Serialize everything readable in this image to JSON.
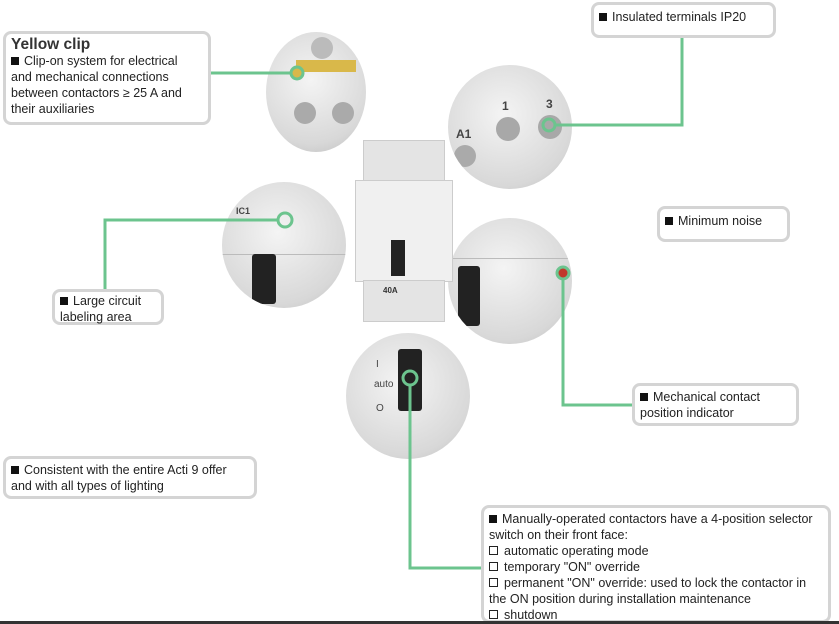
{
  "accent_color": "#6cc48e",
  "callouts": {
    "yellow_clip": {
      "title": "Yellow clip",
      "lines": [
        "Clip-on system for electrical",
        "and mechanical connections",
        "between contactors ≥ 25 A and",
        "their auxiliaries"
      ]
    },
    "terminals": {
      "text": "Insulated terminals IP20"
    },
    "noise": {
      "text": "Minimum noise"
    },
    "labeling": {
      "lines": [
        "Large circuit",
        "labeling area"
      ]
    },
    "indicator": {
      "lines": [
        "Mechanical contact",
        "position indicator"
      ]
    },
    "consistent": {
      "lines": [
        "Consistent with the entire Acti 9 offer",
        "and with all types of lighting"
      ]
    },
    "selector": {
      "lines": [
        "Manually-operated contactors have a 4-position selector",
        "switch on their front face:"
      ],
      "options": [
        "automatic operating mode",
        "temporary \"ON\" override",
        "permanent \"ON\" override: used to lock the contactor in",
        "the ON position during installation maintenance",
        "shutdown"
      ]
    }
  },
  "photo_labels": {
    "terminal_1": "1",
    "terminal_3": "3",
    "terminal_a1": "A1",
    "ic1": "IC1",
    "pos_i": "I",
    "pos_auto": "auto",
    "pos_o": "O",
    "rating": "40A"
  }
}
